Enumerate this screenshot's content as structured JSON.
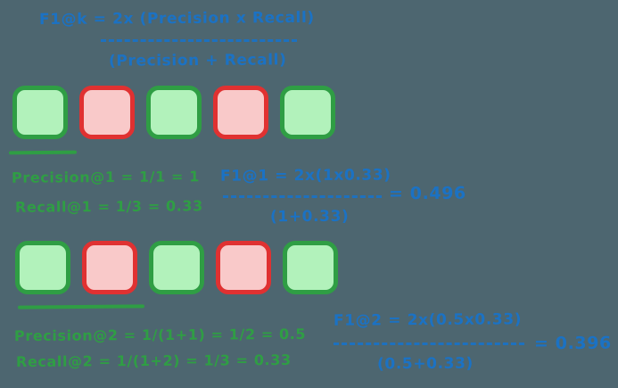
{
  "colors": {
    "bg": "#4d6670",
    "blue": "#1b72c4",
    "green": "#2f9e44",
    "green-fill": "#b2f2bb",
    "red": "#e03131",
    "red-fill": "#f9c9c9"
  },
  "main_formula": {
    "numerator": "F1@k = 2x (Precision x Recall)",
    "denominator": "(Precision + Recall)"
  },
  "example1": {
    "items": [
      "relevant",
      "irrelevant",
      "relevant",
      "irrelevant",
      "relevant"
    ],
    "precision_line": "Precision@1 = 1/1 = 1",
    "recall_line": "Recall@1 = 1/3 = 0.33",
    "f1_numerator": "F1@1 = 2x(1x0.33)",
    "f1_denominator": "(1+0.33)",
    "f1_result": "= 0.496"
  },
  "example2": {
    "items": [
      "relevant",
      "irrelevant",
      "relevant",
      "irrelevant",
      "relevant"
    ],
    "precision_line": "Precision@2 = 1/(1+1) = 1/2 = 0.5",
    "recall_line": "Recall@2 = 1/(1+2) = 1/3 = 0.33",
    "f1_numerator": "F1@2 = 2x(0.5x0.33)",
    "f1_denominator": "(0.5+0.33)",
    "f1_result": "= 0.396"
  }
}
